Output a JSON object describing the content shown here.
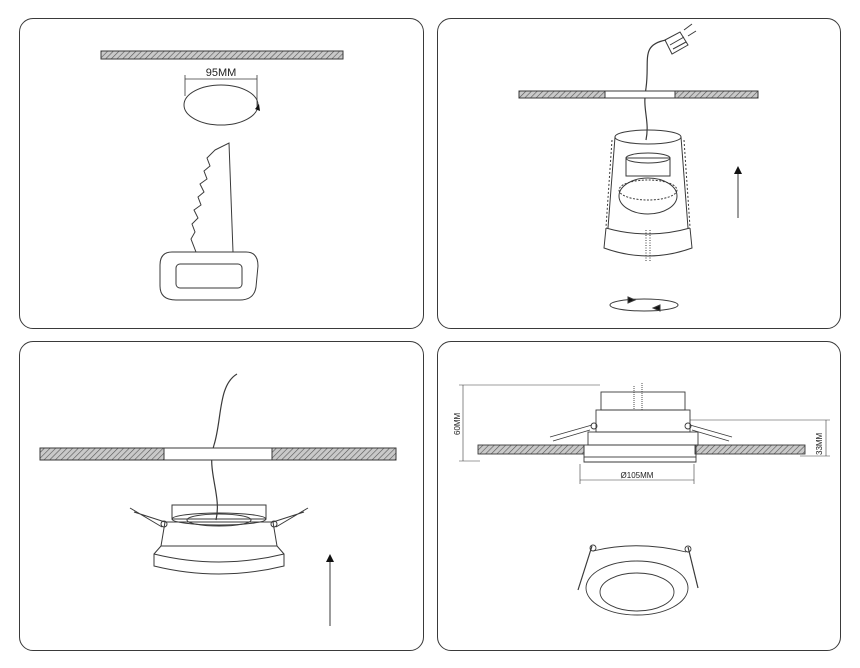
{
  "panels": [
    {
      "id": "step-1",
      "labels": {
        "cutout": "95MM"
      }
    },
    {
      "id": "step-2",
      "labels": {}
    },
    {
      "id": "step-3",
      "labels": {}
    },
    {
      "id": "step-4",
      "labels": {
        "height": "60MM",
        "diameter": "Ø105MM",
        "depth": "33MM"
      }
    }
  ],
  "colors": {
    "stroke": "#3a3a3a",
    "ceiling_hatch": "#8a8a8a"
  }
}
